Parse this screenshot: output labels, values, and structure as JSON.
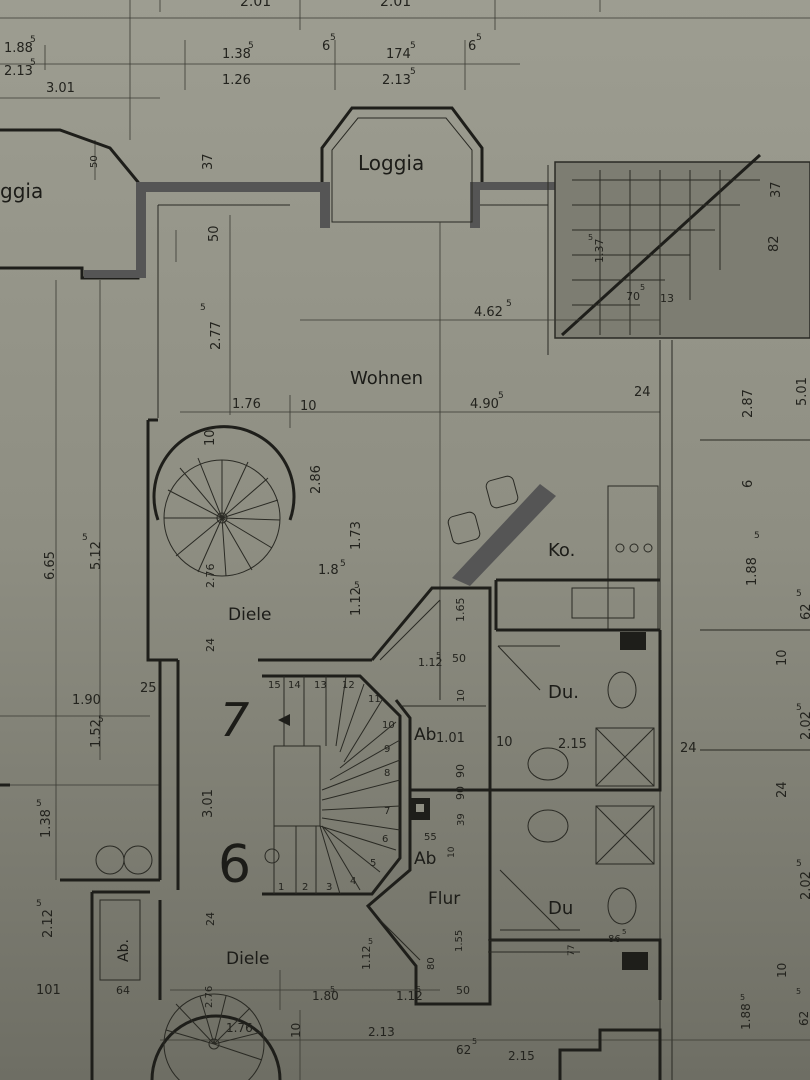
{
  "plan": {
    "rooms": {
      "loggia": "Loggia",
      "loggia_left": "ggia",
      "wohnen": "Wohnen",
      "diele_upper": "Diele",
      "diele_lower": "Diele",
      "kueche": "Ko.",
      "du_upper": "Du.",
      "du_lower": "Du",
      "flur": "Flur",
      "ab_upper": "Ab",
      "ab_lower": "Ab",
      "ab_left": "Ab."
    },
    "unit_numbers": {
      "upper": "7",
      "lower": "6"
    },
    "stair_steps": [
      "15",
      "14",
      "13",
      "12",
      "11",
      "10",
      "9",
      "8",
      "7",
      "6",
      "5",
      "4",
      "3",
      "2",
      "1"
    ],
    "dimensions": {
      "top_1": "2.01",
      "top_2": "2.01",
      "d_188": "1.88",
      "d_188_sup": "5",
      "d_213": "2.13",
      "d_213_sup": "5",
      "d_301_top": "3.01",
      "d_138": "1.38",
      "d_138_sup": "5",
      "d_126": "1.26",
      "d_6_a": "6",
      "d_6_a_sup": "5",
      "d_174": "174",
      "d_174_sup": "5",
      "d_213b": "2.13",
      "d_213b_sup": "5",
      "d_6_b": "6",
      "d_6_b_sup": "5",
      "d_50_left": "50",
      "d_37": "37",
      "d_50_wohnen": "50",
      "d_277": "2.77",
      "d_277_sup": "5",
      "d_462": "4.62",
      "d_462_sup": "5",
      "d_176": "1.76",
      "d_10_a": "10",
      "d_490": "4.90",
      "d_490_sup": "5",
      "d_24_a": "24",
      "d_137": "1.37",
      "d_137_sup": "5",
      "d_70": "70",
      "d_70_sup": "5",
      "d_13": "13",
      "d_82": "82",
      "d_37_right": "37",
      "d_287": "2.87",
      "d_501": "5.01",
      "d_6_right": "6",
      "d_188_right": "1.88",
      "d_188_right_sup": "5",
      "d_62_right": "62",
      "d_62_right_sup": "5",
      "d_10_right": "10",
      "d_202": "2.02",
      "d_202_sup": "5",
      "d_24_right": "24",
      "d_24_mid": "24",
      "d_10_b": "10",
      "d_286": "2.86",
      "d_173": "1.73",
      "d_276": "2.76",
      "d_18": "1.8",
      "d_18_sup": "5",
      "d_112": "1.12",
      "d_112_sup": "5",
      "d_665": "6.65",
      "d_512": "5.12",
      "d_512_sup": "5",
      "d_24_b": "24",
      "d_165": "1.65",
      "d_112b": "1.12",
      "d_112b_sup": "5",
      "d_50_b": "50",
      "d_10_c": "10",
      "d_101": "1.01",
      "d_90_a": "90",
      "d_90_b": "90",
      "d_10_d": "10",
      "d_215": "2.15",
      "d_190": "1.90",
      "d_25": "25",
      "d_152": "1.52",
      "d_152_sup": "5",
      "d_138_left": "1.38",
      "d_138_left_sup": "5",
      "d_301": "3.01",
      "d_39": "39",
      "d_55": "55",
      "d_10_e": "10",
      "d_212": "2.12",
      "d_212_sup": "5",
      "d_2025": "2.02",
      "d_2025_sup": "5",
      "d_24_c": "24",
      "d_112c": "1.12",
      "d_112c_sup": "5",
      "d_155": "1.55",
      "d_80": "80",
      "d_77": "77",
      "d_86": "86",
      "d_86_sup": "5",
      "d_101_left": "101",
      "d_64": "64",
      "d_276b": "2.76",
      "d_176b": "1.76",
      "d_10_f": "10",
      "d_180": "1.80",
      "d_180_sup": "5",
      "d_112d": "1.12",
      "d_112d_sup": "5",
      "d_50_c": "50",
      "d_213c": "2.13",
      "d_62b": "62",
      "d_62b_sup": "5",
      "d_215b": "2.15",
      "d_188c": "1.88",
      "d_188c_sup": "5",
      "d_625c": "62",
      "d_625c_sup": "5",
      "d_10_g": "10",
      "d_10_h": "10",
      "d_202b": "2.02",
      "d_202b_sup": "5"
    }
  }
}
